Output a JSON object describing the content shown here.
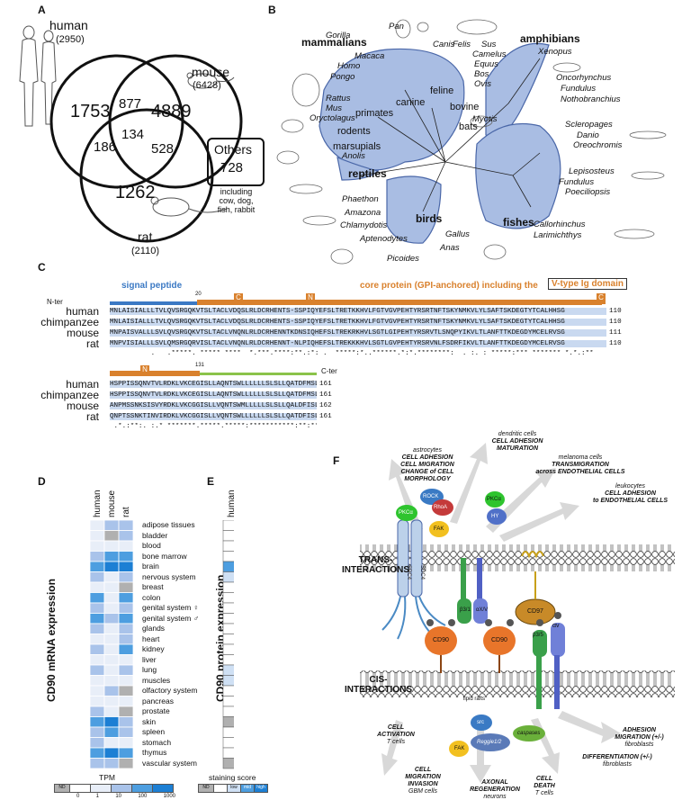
{
  "panels": {
    "a": "A",
    "b": "B",
    "c": "C",
    "d": "D",
    "e": "E",
    "f": "F"
  },
  "venn": {
    "human_label": "human",
    "human_count": "(2950)",
    "mouse_label": "mouse",
    "mouse_count": "(6428)",
    "rat_label": "rat",
    "rat_count": "(2110)",
    "human_only": "1753",
    "mouse_only": "4889",
    "rat_only": "1262",
    "human_mouse": "877",
    "human_rat": "186",
    "mouse_rat": "528",
    "all": "134",
    "others_title": "Others",
    "others_count": "728",
    "others_note_1": "including",
    "others_note_2": "cow, dog,",
    "others_note_3": "fish, rabbit"
  },
  "tree": {
    "mammalians": "mammalians",
    "amphibians": "amphibians",
    "reptiles": "reptiles",
    "birds": "birds",
    "fishes": "fishes",
    "clades": [
      "feline",
      "canine",
      "bovine",
      "primates",
      "rodents",
      "marsupials",
      "bats"
    ],
    "species": [
      "Pan",
      "Gorilla",
      "Homo",
      "Macaca",
      "Pongo",
      "Canis",
      "Felis",
      "Sus",
      "Camelus",
      "Equus",
      "Bos",
      "Ovis",
      "Myotis",
      "Rattus",
      "Mus",
      "Oryctolagus",
      "Anolis",
      "Phaethon",
      "Amazona",
      "Chlamydotis",
      "Aptenodytes",
      "Picoides",
      "Anas",
      "Gallus",
      "Xenopus",
      "Oncorhynchus",
      "Fundulus",
      "Nothobranchius",
      "Scleropages",
      "Danio",
      "Oreochromis",
      "Lepisosteus",
      "Fundulus",
      "Poeciliopsis",
      "Callorhinchus",
      "Larimichthys"
    ]
  },
  "alignment": {
    "nter": "N-ter",
    "cter": "C-ter",
    "signal": "signal peptide",
    "core": "core protein (GPI-anchored) including the",
    "vtype": "V-type Ig domain",
    "tick20": "20",
    "tick131": "131",
    "block1": [
      {
        "name": "human",
        "seq": "MNLAISIALLLTVLQVSRGQKVTSLTACLVDQSLRLDCRHENTS-SSPIQYEFSLTRETKKHVLFGTVGVPEHTYRSRTNFTSKYNMKVLYLSAFTSKDEGTYTCALHHSG",
        "num": "110"
      },
      {
        "name": "chimpanzee",
        "seq": "MNLAISIALLLTVLQVSRGQKVTSLTACLVDQSLRLDCRHENTS-SSPIQYEFSLTRETKKHVLFGTVGVPEHTYRSRTNFTSKYNMKVLYLSAFTSKDEGTYTCALHHSG",
        "num": "110"
      },
      {
        "name": "mouse",
        "seq": "MNPAISVALLLSVLQVSRGQKVTSLTACLVNQNLRLDCRHENNTKDNSIQHEFSLTREKRKHVLSGTLGIPEHTYRSRVTLSNQPYIKVLTLANFTTKDEGDYMCELRVSG",
        "num": "111"
      },
      {
        "name": "rat",
        "seq": "MNPVISIALLLSVLQMSRGQRVISLTACLVNQNLRLDCRHENNT-NLPIQHEFSLTREKKKHVLSGTLGVPEHTYRSRVNLFSDRFIKVLTLANFTTKDEGDYMCELRVSG",
        "num": "110"
      }
    ],
    "cons1": "          .   .*****. ***** ****  *.***.****:**.:*: .  *****:*..******.*:*.********:  . :. : *****:*** ******* *.*.:**",
    "block2": [
      {
        "name": "human",
        "seq": "HSPPISSQNVTVLRDKLVKCEGISLLAQNTSWLLLLLLSLSLLQATDFMSL",
        "num": "161"
      },
      {
        "name": "chimpanzee",
        "seq": "HSPPISSQNVTVLRDKLVKCEGISLLAQNTSWLLLLLLSLSLLQATDFMSL",
        "num": "161"
      },
      {
        "name": "mouse",
        "seq": "ANPMSSNKSISVYRDKLVKCGGISLLVQNTSWMLLLLLSLSLLQALDFISL",
        "num": "162"
      },
      {
        "name": "rat",
        "seq": "QNPTSSNKTINVIRDKLVKCGGISLLVQNTSWLLLLLLSLSLLQATDFISL",
        "num": "161"
      }
    ],
    "cons2": " .*.:**:. :.* *******.*****.*****:***********:**:**"
  },
  "heatmap": {
    "d_title": "CD90 mRNA expression",
    "e_title": "CD90 protein expression",
    "cols_d": [
      "human",
      "mouse",
      "rat"
    ],
    "col_e": "human",
    "rows": [
      "adipose tissues",
      "bladder",
      "blood",
      "bone marrow",
      "brain",
      "nervous system",
      "breast",
      "colon",
      "genital system ♀",
      "genital system ♂",
      "glands",
      "heart",
      "kidney",
      "liver",
      "lung",
      "muscles",
      "olfactory system",
      "pancreas",
      "prostate",
      "skin",
      "spleen",
      "stomach",
      "thymus",
      "vascular system"
    ],
    "mrna": [
      [
        1,
        2,
        2
      ],
      [
        1,
        0,
        2
      ],
      [
        1,
        1,
        1
      ],
      [
        2,
        3,
        3
      ],
      [
        3,
        4,
        4
      ],
      [
        2,
        1,
        2
      ],
      [
        1,
        1,
        0
      ],
      [
        3,
        1,
        3
      ],
      [
        2,
        1,
        2
      ],
      [
        3,
        2,
        3
      ],
      [
        2,
        1,
        2
      ],
      [
        1,
        1,
        2
      ],
      [
        2,
        1,
        3
      ],
      [
        1,
        1,
        1
      ],
      [
        2,
        1,
        2
      ],
      [
        1,
        1,
        1
      ],
      [
        1,
        2,
        0
      ],
      [
        1,
        1,
        1
      ],
      [
        2,
        1,
        0
      ],
      [
        3,
        4,
        2
      ],
      [
        2,
        3,
        2
      ],
      [
        2,
        1,
        1
      ],
      [
        3,
        4,
        3
      ],
      [
        2,
        2,
        0
      ]
    ],
    "protein": [
      1,
      1,
      1,
      1,
      3,
      2,
      1,
      1,
      1,
      1,
      1,
      1,
      1,
      1,
      2,
      2,
      1,
      1,
      1,
      0,
      1,
      1,
      1,
      0
    ],
    "tpm_label": "TPM",
    "tpm_ticks": [
      "ND",
      "0",
      "1",
      "10",
      "100",
      "1000"
    ],
    "staining_label": "staining score",
    "staining_ticks": [
      "ND",
      "",
      "low",
      "mid",
      "high"
    ],
    "colors": [
      "#b0b0b0",
      "#e8eef8",
      "#a9c3ea",
      "#4d9ee0",
      "#1c7fd4"
    ],
    "prot_colors": [
      "#b0b0b0",
      "#ffffff",
      "#cfe0f4",
      "#4d9ee0",
      "#1c7fd4"
    ]
  },
  "model": {
    "trans": "TRANS-\nINTERACTIONS",
    "cis": "CIS-\nINTERACTIONS",
    "top_outcomes": [
      {
        "cell": "astrocytes",
        "effect": "CELL ADHESION\nCELL MIGRATION\nCHANGE of CELL MORPHOLOGY"
      },
      {
        "cell": "dendritic cells",
        "effect": "CELL ADHESION\nMATURATION"
      },
      {
        "cell": "melanoma cells",
        "effect": "TRANSMIGRATION\nacross ENDOTHELIAL CELLS"
      },
      {
        "cell": "leukocytes",
        "effect": "CELL ADHESION\nto ENDOTHELIAL CELLS"
      }
    ],
    "top_molecules": [
      "ROCK",
      "RhoA",
      "PKCα",
      "FAK",
      "PKCα",
      "HY"
    ],
    "receptors": [
      "SDC4",
      "SDC4",
      "β3/1",
      "αX/V",
      "CD97"
    ],
    "cis_molecules": [
      "CD90",
      "CD90",
      "β3/5",
      "αv",
      "lipid rafts"
    ],
    "bottom_molecules": [
      "src",
      "FAK",
      "Reggie1/2",
      "caspases"
    ],
    "bottom_outcomes": [
      {
        "effect": "CELL\nACTIVATION",
        "cell": "T cells"
      },
      {
        "effect": "CELL\nMIGRATION\nINVASION",
        "cell": "GBM cells"
      },
      {
        "effect": "AXONAL\nREGENERATION",
        "cell": "neurons"
      },
      {
        "effect": "CELL\nDEATH",
        "cell": "T cells"
      },
      {
        "effect": "ADHESION\nMIGRATION (+/-)",
        "cell": "fibroblasts"
      },
      {
        "effect": "DIFFERENTIATION (+/-)",
        "cell": "fibroblasts"
      }
    ]
  }
}
